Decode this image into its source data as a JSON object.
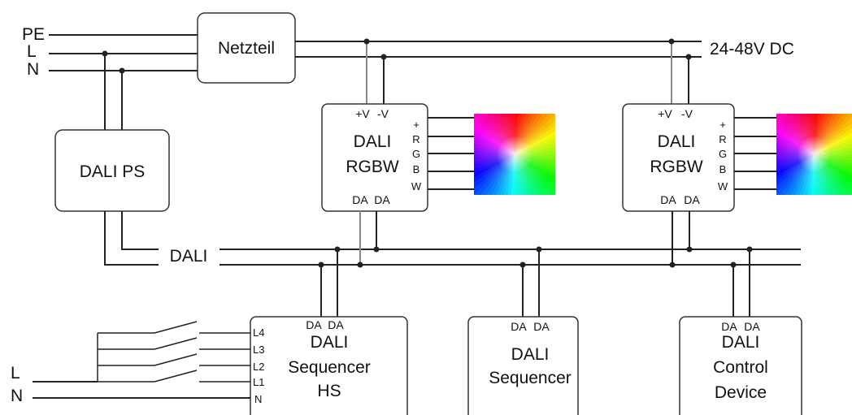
{
  "mains": {
    "pe": "PE",
    "l": "L",
    "n": "N"
  },
  "netzteil": "Netzteil",
  "dc_label": "24-48V DC",
  "dali_ps": "DALI PS",
  "dali_bus": "DALI",
  "rgbw_left": {
    "v_plus": "+V",
    "v_minus": "-V",
    "name_line1": "DALI",
    "name_line2": "RGBW",
    "outputs": [
      "+",
      "R",
      "G",
      "B",
      "W"
    ],
    "da1": "DA",
    "da2": "DA"
  },
  "rgbw_right": {
    "v_plus": "+V",
    "v_minus": "-V",
    "name_line1": "DALI",
    "name_line2": "RGBW",
    "outputs": [
      "+",
      "R",
      "G",
      "B",
      "W"
    ],
    "da1": "DA",
    "da2": "DA"
  },
  "seq_hs": {
    "da1": "DA",
    "da2": "DA",
    "line1": "DALI",
    "line2": "Sequencer",
    "line3": "HS",
    "inputs": [
      "L4",
      "L3",
      "L2",
      "L1",
      "N"
    ]
  },
  "sequencer": {
    "da1": "DA",
    "da2": "DA",
    "line1": "DALI",
    "line2": "Sequencer"
  },
  "control": {
    "da1": "DA",
    "da2": "DA",
    "line1": "DALI",
    "line2": "Control",
    "line3": "Device"
  },
  "switch_supply": {
    "l": "L",
    "n": "N"
  },
  "icons": {
    "led_panel": "rgb-color-wheel-icon",
    "switch": "pushbutton-switch-icon"
  }
}
